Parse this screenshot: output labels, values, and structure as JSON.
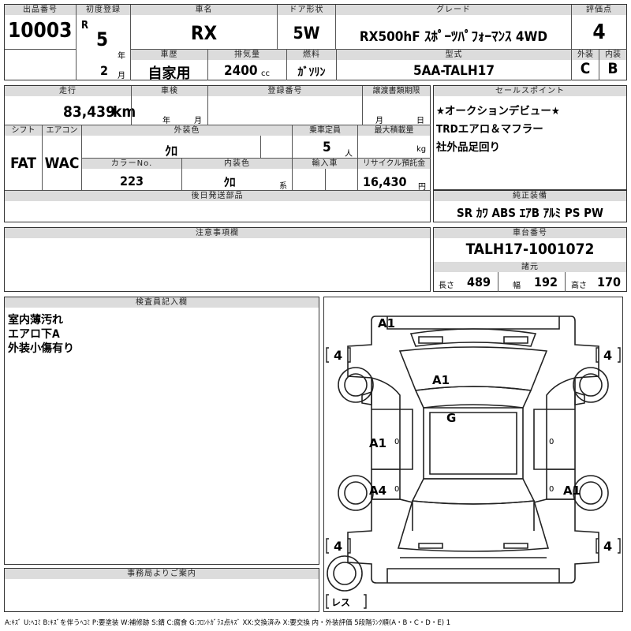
{
  "headers": {
    "lot_number": "出品番号",
    "first_reg": "初度登録",
    "car_name": "車名",
    "door": "ドア形状",
    "grade": "グレード",
    "score": "評価点",
    "history": "車歴",
    "displacement": "排気量",
    "fuel": "燃料",
    "model_code": "型式",
    "exterior": "外装",
    "interior": "内装",
    "mileage": "走行",
    "inspection": "車検",
    "registration": "登録番号",
    "transfer_docs": "譲渡書類期限",
    "sales_point": "セールスポイント",
    "shift": "シフト",
    "aircon": "エアコン",
    "ext_color": "外装色",
    "capacity": "乗車定員",
    "max_load": "最大積載量",
    "color_no": "カラーNo.",
    "int_color": "内装色",
    "import": "輸入車",
    "recycle": "リサイクル預託金",
    "later_parts": "後日発送部品",
    "genuine_equipment": "純正装備",
    "notes": "注意事項欄",
    "chassis_no": "車台番号",
    "specs": "諸元",
    "inspector": "検査員記入欄",
    "office_notice": "事務局よりご案内"
  },
  "lot": {
    "number": "10003"
  },
  "first_reg": {
    "era": "R",
    "year": "5",
    "year_unit": "年",
    "month": "2",
    "month_unit": "月"
  },
  "car": {
    "name": "RX"
  },
  "door": {
    "type": "5W"
  },
  "grade": {
    "text": "RX500hF ｽﾎﾟｰﾂﾊﾟﾌｫｰﾏﾝｽ 4WD"
  },
  "score": {
    "overall": "4",
    "exterior": "C",
    "interior": "B"
  },
  "history": {
    "value": "自家用"
  },
  "displacement": {
    "value": "2400",
    "unit": "cc"
  },
  "fuel": {
    "value": "ｶﾞｿﾘﾝ"
  },
  "model_code": {
    "value": "5AA-TALH17"
  },
  "mileage": {
    "value": "83,439",
    "unit": "km"
  },
  "inspection": {
    "year_unit": "年",
    "month_unit": "月"
  },
  "transfer_docs": {
    "month_unit": "月",
    "day_unit": "日"
  },
  "sales_points": [
    "★オークションデビュー★",
    "TRDエアロ＆マフラー",
    "社外品足回り"
  ],
  "shift": {
    "value": "FAT"
  },
  "aircon": {
    "value": "WAC"
  },
  "ext_color": {
    "value": "ｸﾛ"
  },
  "capacity": {
    "value": "5",
    "unit": "人"
  },
  "max_load": {
    "unit": "kg"
  },
  "color_no": {
    "value": "223"
  },
  "int_color": {
    "value": "ｸﾛ",
    "unit": "系"
  },
  "recycle": {
    "value": "16,430",
    "unit": "円"
  },
  "genuine_equipment": {
    "value": "SR ｶﾜ ABS ｴｱB ｱﾙﾐ PS PW"
  },
  "chassis": {
    "number": "TALH17-1001072"
  },
  "specs": {
    "length_label": "長さ",
    "length": "489",
    "width_label": "幅",
    "width": "192",
    "height_label": "高さ",
    "height": "170"
  },
  "inspector_notes": [
    "室内薄汚れ",
    "エアロ下A",
    "外装小傷有り"
  ],
  "diagram": {
    "marks": {
      "front_left_corner": "A1",
      "hood": "A1",
      "roof": "G",
      "left_front_door": "A1",
      "left_rear_door": "A4",
      "right_rear_door": "A1"
    },
    "small_marks": {
      "left_a": "0",
      "left_b": "0",
      "right_a": "0",
      "right_b": "0"
    },
    "tires": {
      "front_left": "4",
      "front_right": "4",
      "rear_left": "4",
      "rear_right": "4"
    },
    "spare": "レス"
  },
  "legend": "A:ｷｽﾞ U:ﾍｺﾐ B:ｷｽﾞを伴うﾍｺﾐ P:要塗装 W:補修跡 S:錆 C:腐食 G:ﾌﾛﾝﾄｶﾞﾗｽ点ｷｽﾞ XX:交換済み X:要交換 内・外装評価 5段階ﾗﾝｸ順(A・B・C・D・E) 1"
}
